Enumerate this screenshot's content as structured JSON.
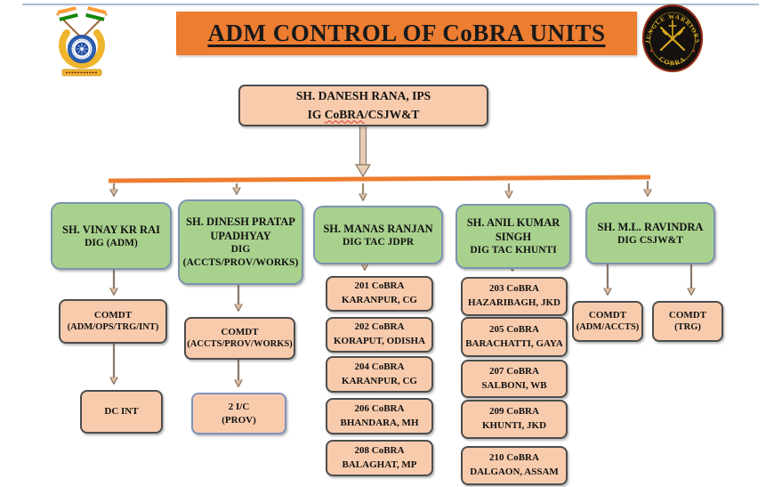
{
  "header": {
    "title": "ADM CONTROL OF CoBRA UNITS",
    "badge_top": "JUNGLE WARRIORS",
    "badge_bottom": "COBRA"
  },
  "colors": {
    "banner_orange": "#ED7D31",
    "connector_orange": "#ED7D31",
    "box_peach": "#F8CBAD",
    "box_green": "#A9D18E",
    "peach_border": "#4d4d4d",
    "green_border": "#7C93B0"
  },
  "root": {
    "line1": "SH. DANESH RANA, IPS",
    "line2_parts": [
      "IG ",
      "CoBRA",
      "/CSJW&T"
    ]
  },
  "branches": [
    {
      "head": {
        "lines": [
          "SH. VINAY KR RAI",
          "DIG (ADM)"
        ]
      },
      "children": [
        {
          "lines": [
            "COMDT",
            "(ADM/OPS/TRG/INT)"
          ]
        },
        {
          "lines": [
            "DC INT"
          ]
        }
      ]
    },
    {
      "head": {
        "lines": [
          "SH. DINESH PRATAP",
          "UPADHYAY",
          "DIG",
          "(ACCTS/PROV/WORKS)"
        ]
      },
      "children": [
        {
          "lines": [
            "COMDT",
            "(ACCTS/PROV/WORKS)"
          ]
        },
        {
          "lines": [
            "2 I/C",
            "(PROV)"
          ]
        }
      ]
    },
    {
      "head": {
        "lines": [
          "SH. MANAS RANJAN",
          "DIG TAC JDPR"
        ]
      },
      "units": [
        {
          "num": "201 CoBRA",
          "loc": "KARANPUR, CG"
        },
        {
          "num": "202 CoBRA",
          "loc": "KORAPUT, ODISHA"
        },
        {
          "num": "204 CoBRA",
          "loc": "KARANPUR, CG"
        },
        {
          "num": "206 CoBRA",
          "loc": "BHANDARA, MH"
        },
        {
          "num": "208 CoBRA",
          "loc": "BALAGHAT, MP"
        }
      ]
    },
    {
      "head": {
        "lines": [
          "SH. ANIL KUMAR",
          "SINGH",
          "DIG TAC KHUNTI"
        ]
      },
      "units": [
        {
          "num": "203 CoBRA",
          "loc": "HAZARIBAGH, JKD"
        },
        {
          "num": "205 CoBRA",
          "loc": "BARACHATTI, GAYA"
        },
        {
          "num": "207 CoBRA",
          "loc": "SALBONI, WB"
        },
        {
          "num": "209 CoBRA",
          "loc": "KHUNTI, JKD"
        },
        {
          "num": "210 CoBRA",
          "loc": "DALGAON, ASSAM"
        }
      ]
    },
    {
      "head": {
        "lines": [
          "SH. M.L. RAVINDRA",
          "DIG CSJW&T"
        ]
      },
      "children": [
        {
          "lines": [
            "COMDT",
            "(ADM/ACCTS)"
          ]
        },
        {
          "lines": [
            "COMDT",
            "(TRG)"
          ]
        }
      ]
    }
  ]
}
